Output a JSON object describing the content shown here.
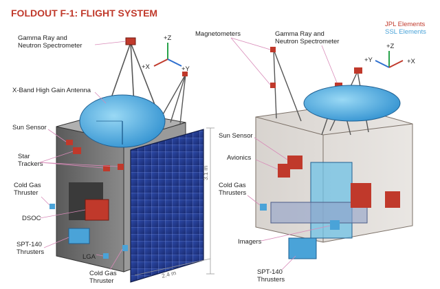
{
  "title": "FOLDOUT F-1: FLIGHT SYSTEM",
  "legend": {
    "jpl": "JPL Elements",
    "ssl": "SSL Elements",
    "jpl_color": "#c0392b",
    "ssl_color": "#4aa3d8"
  },
  "axes_left": {
    "z": "+Z",
    "x": "+X",
    "y": "+Y"
  },
  "axes_right": {
    "z": "+Z",
    "y": "+Y",
    "x": "+X"
  },
  "labels_left": {
    "grns": [
      "Gamma Ray and",
      "Neutron Spectrometer"
    ],
    "hga": "X-Band High Gain Antenna",
    "sun_sensor": "Sun Sensor",
    "star_trackers": [
      "Star",
      "Trackers"
    ],
    "cold_gas": [
      "Cold Gas",
      "Thruster"
    ],
    "dsoc": "DSOC",
    "spt": [
      "SPT-140",
      "Thrusters"
    ],
    "lga": "LGA",
    "cold_gas_bottom": [
      "Cold Gas",
      "Thruster"
    ]
  },
  "labels_right": {
    "magnetometers": "Magnetometers",
    "grns": [
      "Gamma Ray and",
      "Neutron Spectrometer"
    ],
    "sun_sensor": "Sun Sensor",
    "avionics": "Avionics",
    "cold_gas": [
      "Cold Gas",
      "Thrusters"
    ],
    "imagers": "Imagers",
    "spt": [
      "SPT-140",
      "Thrusters"
    ]
  },
  "dimensions": {
    "height": "3.1 m",
    "width": "2.4 m"
  }
}
